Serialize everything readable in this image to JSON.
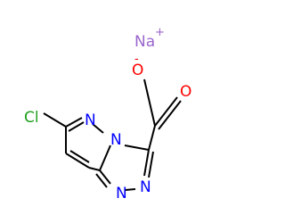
{
  "atoms": {
    "na": "Na",
    "na_charge": "+",
    "o_minus": "O",
    "o_minus_charge": "-",
    "o_carbonyl": "O",
    "cl": "Cl",
    "n1": "N",
    "n2": "N",
    "n3": "N",
    "n4": "N"
  },
  "colors": {
    "bond": "#000000",
    "sodium": "#9966cc",
    "oxygen": "#ff0000",
    "nitrogen": "#0000ff",
    "chlorine": "#1fa01f",
    "background": "#ffffff"
  }
}
